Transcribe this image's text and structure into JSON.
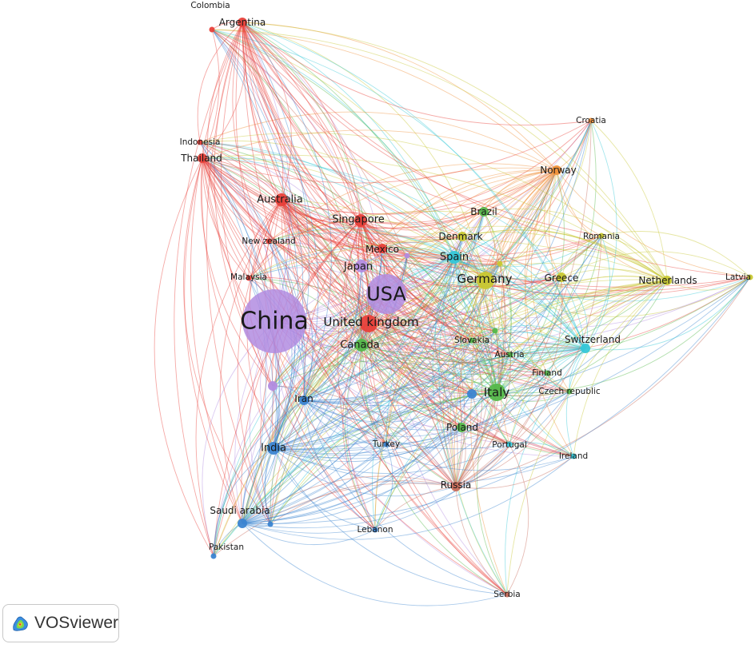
{
  "branding": {
    "app_name": "VOSviewer",
    "logo_icon": "vosviewer-logo-icon"
  },
  "colors": {
    "red": "#e8403a",
    "green": "#55b84a",
    "blue": "#3b84d1",
    "yellow": "#c8c832",
    "purple": "#b28ce0",
    "cyan": "#35c7d8",
    "orange": "#f0913a",
    "brown": "#c86b5a"
  },
  "nodes": [
    {
      "id": "china",
      "label": "China",
      "cluster": "purple",
      "size": "xl"
    },
    {
      "id": "usa",
      "label": "USA",
      "cluster": "purple",
      "size": "l"
    },
    {
      "id": "uk",
      "label": "United kingdom",
      "cluster": "red",
      "size": "m"
    },
    {
      "id": "germany",
      "label": "Germany",
      "cluster": "yellow",
      "size": "m"
    },
    {
      "id": "italy",
      "label": "Italy",
      "cluster": "green",
      "size": "m"
    },
    {
      "id": "canada",
      "label": "Canada",
      "cluster": "green",
      "size": "s"
    },
    {
      "id": "japan",
      "label": "Japan",
      "cluster": "purple",
      "size": "s"
    },
    {
      "id": "australia",
      "label": "Australia",
      "cluster": "red",
      "size": "s"
    },
    {
      "id": "singapore",
      "label": "Singapore",
      "cluster": "red",
      "size": "s"
    },
    {
      "id": "mexico",
      "label": "Mexico",
      "cluster": "red",
      "size": "xs"
    },
    {
      "id": "spain",
      "label": "Spain",
      "cluster": "cyan",
      "size": "s"
    },
    {
      "id": "denmark",
      "label": "Denmark",
      "cluster": "yellow",
      "size": "xs"
    },
    {
      "id": "brazil",
      "label": "Brazil",
      "cluster": "green",
      "size": "xs"
    },
    {
      "id": "norway",
      "label": "Norway",
      "cluster": "orange",
      "size": "xs"
    },
    {
      "id": "croatia",
      "label": "Croatia",
      "cluster": "orange",
      "size": "xxs"
    },
    {
      "id": "romania",
      "label": "Romania",
      "cluster": "yellow",
      "size": "xxs"
    },
    {
      "id": "greece",
      "label": "Greece",
      "cluster": "yellow",
      "size": "xs"
    },
    {
      "id": "netherlands",
      "label": "Netherlands",
      "cluster": "yellow",
      "size": "xs"
    },
    {
      "id": "latvia",
      "label": "Latvia",
      "cluster": "yellow",
      "size": "xxs"
    },
    {
      "id": "switzerland",
      "label": "Switzerland",
      "cluster": "cyan",
      "size": "xs"
    },
    {
      "id": "slovakia",
      "label": "Slovakia",
      "cluster": "green",
      "size": "xxs"
    },
    {
      "id": "austria",
      "label": "Austria",
      "cluster": "green",
      "size": "xxs"
    },
    {
      "id": "finland",
      "label": "Finland",
      "cluster": "green",
      "size": "xxs"
    },
    {
      "id": "czech",
      "label": "Czech republic",
      "cluster": "green",
      "size": "xxs"
    },
    {
      "id": "poland",
      "label": "Poland",
      "cluster": "green",
      "size": "xs"
    },
    {
      "id": "portugal",
      "label": "Portugal",
      "cluster": "cyan",
      "size": "xxs"
    },
    {
      "id": "ireland",
      "label": "Ireland",
      "cluster": "cyan",
      "size": "xxs"
    },
    {
      "id": "russia",
      "label": "Russia",
      "cluster": "brown",
      "size": "xs"
    },
    {
      "id": "serbia",
      "label": "Serbia",
      "cluster": "brown",
      "size": "xxs"
    },
    {
      "id": "turkey",
      "label": "Turkey",
      "cluster": "blue",
      "size": "xxs"
    },
    {
      "id": "lebanon",
      "label": "Lebanon",
      "cluster": "blue",
      "size": "xxs"
    },
    {
      "id": "iran",
      "label": "Iran",
      "cluster": "blue",
      "size": "xs"
    },
    {
      "id": "india",
      "label": "India",
      "cluster": "blue",
      "size": "s"
    },
    {
      "id": "saudi",
      "label": "Saudi arabia",
      "cluster": "blue",
      "size": "xs"
    },
    {
      "id": "pakistan",
      "label": "Pakistan",
      "cluster": "blue",
      "size": "xxs"
    },
    {
      "id": "malaysia",
      "label": "Malaysia",
      "cluster": "red",
      "size": "xxs"
    },
    {
      "id": "newzealand",
      "label": "New zealand",
      "cluster": "red",
      "size": "xxs"
    },
    {
      "id": "thailand",
      "label": "Thailand",
      "cluster": "red",
      "size": "xs"
    },
    {
      "id": "indonesia",
      "label": "Indonesia",
      "cluster": "red",
      "size": "xxs"
    },
    {
      "id": "argentina",
      "label": "Argentina",
      "cluster": "red",
      "size": "xs"
    },
    {
      "id": "colombia",
      "label": "Colombia",
      "cluster": "red",
      "size": "xxs"
    },
    {
      "id": "u1",
      "label": "",
      "cluster": "purple",
      "size": "xs"
    },
    {
      "id": "u2",
      "label": "",
      "cluster": "blue",
      "size": "xxs"
    },
    {
      "id": "u3",
      "label": "",
      "cluster": "purple",
      "size": "xxs"
    },
    {
      "id": "u4",
      "label": "",
      "cluster": "yellow",
      "size": "xxs"
    },
    {
      "id": "u5",
      "label": "",
      "cluster": "green",
      "size": "xxs"
    },
    {
      "id": "u6",
      "label": "",
      "cluster": "blue",
      "size": "xs"
    }
  ]
}
